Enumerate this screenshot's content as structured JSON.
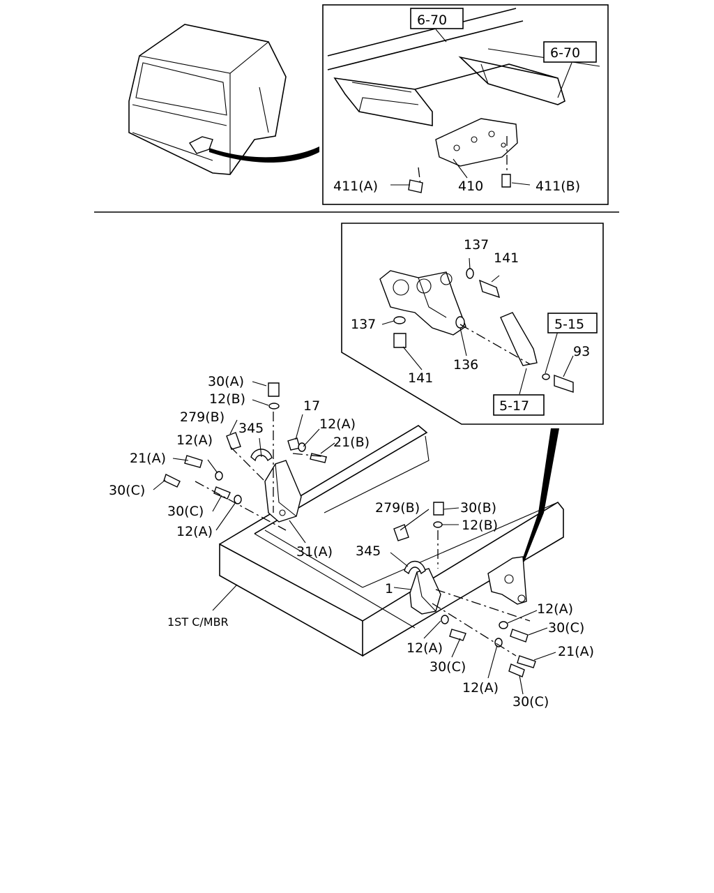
{
  "labels": {
    "ref_6_70_a": "6-70",
    "ref_6_70_b": "6-70",
    "p411a": "411(A)",
    "p410": "410",
    "p411b": "411(B)",
    "d137a": "137",
    "d141a": "141",
    "d137b": "137",
    "ref_5_15": "5-15",
    "d93": "93",
    "d136": "136",
    "d141b": "141",
    "ref_5_17": "5-17",
    "l30A": "30(A)",
    "l12B_1": "12(B)",
    "l17": "17",
    "l279B_1": "279(B)",
    "l345_1": "345",
    "l12A_1": "12(A)",
    "l12A_2": "12(A)",
    "l21B": "21(B)",
    "l21A_1": "21(A)",
    "l30C_1": "30(C)",
    "l30C_2": "30(C)",
    "l12A_3": "12(A)",
    "l31A": "31(A)",
    "l279B_2": "279(B)",
    "l30B": "30(B)",
    "l12B_2": "12(B)",
    "l345_2": "345",
    "l1": "1",
    "l12A_4": "12(A)",
    "l30C_3": "30(C)",
    "l12A_5": "12(A)",
    "l30C_4": "30(C)",
    "l21A_2": "21(A)",
    "l12A_6": "12(A)",
    "l30C_5": "30(C)",
    "member": "1ST C/MBR"
  }
}
